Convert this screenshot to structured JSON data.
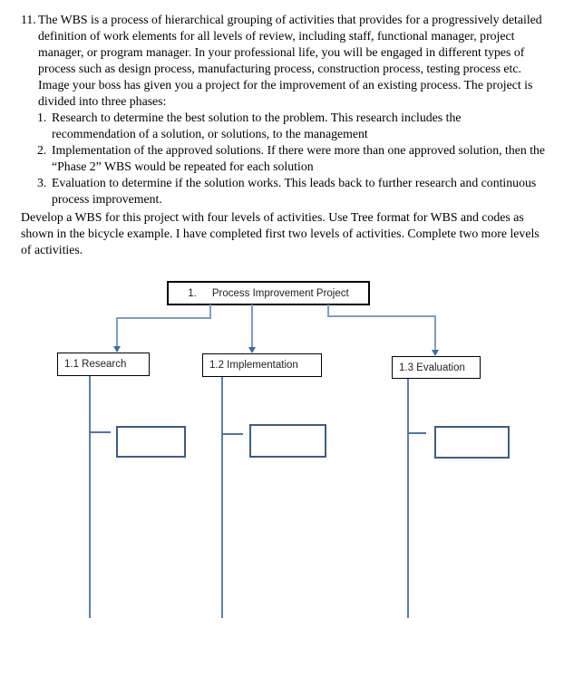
{
  "document": {
    "item_number": "11.",
    "intro": "The WBS is a process of hierarchical grouping of activities that provides for a progressively detailed definition of work elements for all levels of review, including staff, functional manager, project manager, or program manager. In your professional life, you will be engaged in different types of process such as design process, manufacturing process, construction process, testing process etc. Image your boss has given you a project for the improvement of an existing process. The project is divided into three phases:",
    "phases": [
      {
        "number": "1.",
        "text": "Research to determine the best solution to the problem. This research includes the recommendation of a solution, or solutions, to the management"
      },
      {
        "number": "2.",
        "text": "Implementation of the approved solutions. If there were more than one approved solution, then the “Phase 2” WBS would be repeated for each solution"
      },
      {
        "number": "3.",
        "text": "Evaluation to determine if the solution works. This leads back to further research and continuous process improvement."
      }
    ],
    "task": "Develop a WBS for this project with four levels of activities. Use Tree format for WBS and codes as shown in the bicycle example. I have completed first two levels of activities. Complete two more levels of activities."
  },
  "diagram": {
    "root": {
      "code": "1.",
      "label": "Process Improvement Project"
    },
    "level2": [
      {
        "label": "1.1 Research"
      },
      {
        "label": "1.2 Implementation"
      },
      {
        "label": "1.3 Evaluation"
      }
    ],
    "colors": {
      "box_border": "#000000",
      "connector_line": "#7d9cc9",
      "arrowhead": "#3f69a8",
      "drop_line": "#5b80a8",
      "empty_box_border": "#3c5c85"
    }
  }
}
